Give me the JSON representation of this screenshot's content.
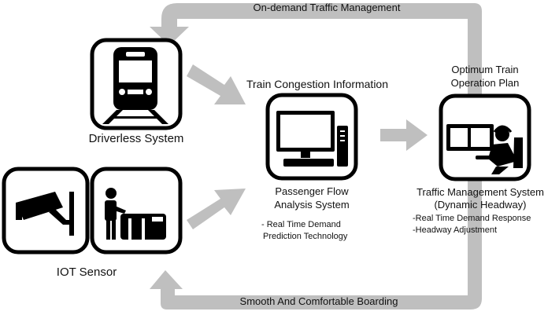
{
  "flow": {
    "top_label": "On-demand Traffic Management",
    "bottom_label": "Smooth And Comfortable Boarding"
  },
  "nodes": {
    "driverless": {
      "label": "Driverless System",
      "icon": "train-icon"
    },
    "iot": {
      "label": "IOT Sensor",
      "icons": [
        "security-camera-icon",
        "ticket-gate-icon"
      ]
    },
    "congestion": {
      "label": "Train Congestion Information"
    },
    "analysis": {
      "label_line1": "Passenger Flow",
      "label_line2": "Analysis System",
      "note_line1": "- Real Time Demand",
      "note_line2": "Prediction Technology",
      "icon": "computer-icon"
    },
    "plan": {
      "label_line1": "Optimum Train",
      "label_line2": "Operation Plan"
    },
    "traffic": {
      "label_line1": "Traffic Management System",
      "label_line2": "(Dynamic Headway)",
      "bullets": [
        "-Real Time Demand Response",
        "-Headway Adjustment"
      ],
      "icon": "operator-icon"
    }
  },
  "colors": {
    "arrow": "#bfbfbf",
    "box_stroke": "#000000",
    "icon": "#000000"
  }
}
